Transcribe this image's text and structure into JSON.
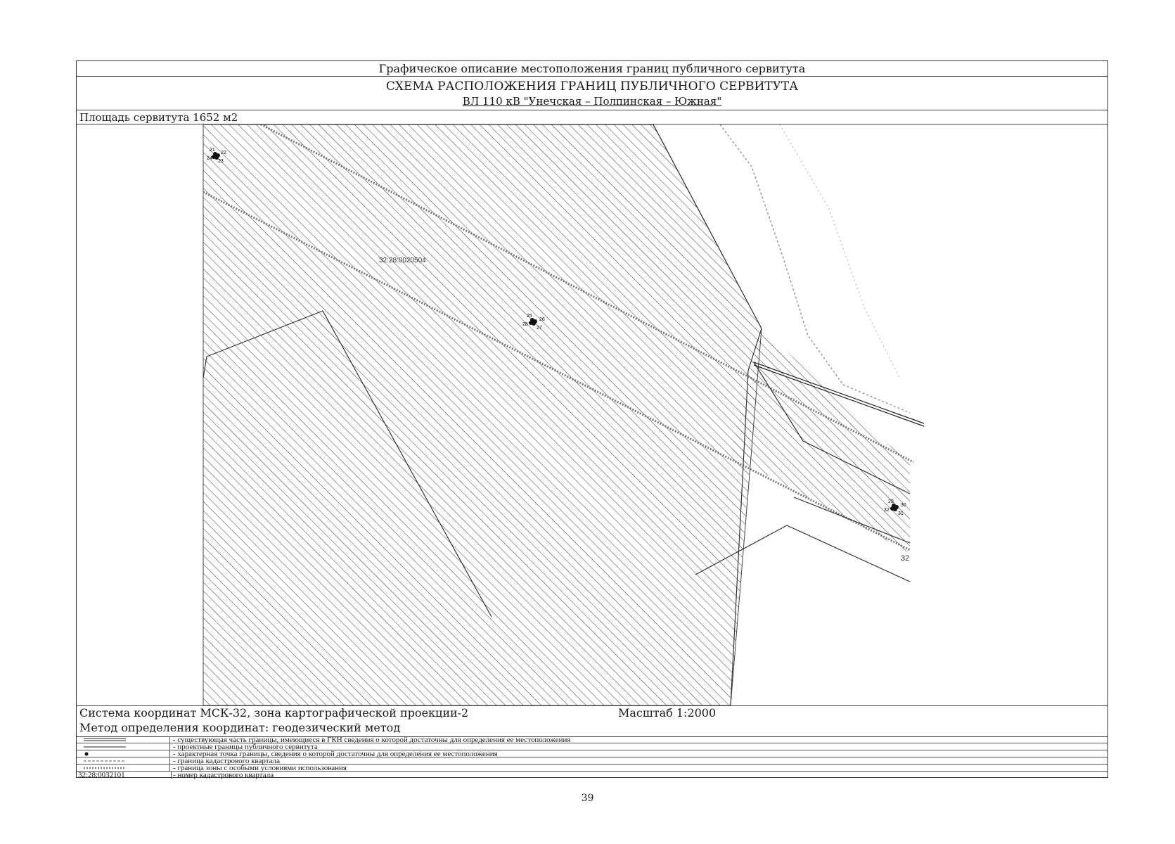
{
  "header": {
    "title": "Графическое описание местоположения границ публичного сервитута",
    "subtitle": "СХЕМА РАСПОЛОЖЕНИЯ ГРАНИЦ ПУБЛИЧНОГО СЕРВИТУТА",
    "object": "ВЛ 110 кВ \"Унечская – Полпинская – Южная\""
  },
  "area_label": "Площадь сервитута 1652 м2",
  "map": {
    "quarter_label": "32:28:0020504",
    "point_groups": [
      {
        "labels": [
          "21",
          "22",
          "23",
          "24"
        ]
      },
      {
        "labels": [
          "25",
          "26",
          "27",
          "28"
        ]
      },
      {
        "labels": [
          "29",
          "30",
          "31",
          "32"
        ]
      }
    ],
    "edge_label": "32"
  },
  "info": {
    "coordinate_system": "Система координат МСК-32, зона картографической проекции-2",
    "scale": "Масштаб 1:2000",
    "method": "Метод определения координат: геодезический метод"
  },
  "legend": [
    {
      "symbol": "double-line",
      "text": "- существующая часть границы, имеющиеся в ГКН сведения о которой достаточны для определения ее местоположения"
    },
    {
      "symbol": "thin-line",
      "text": "- проектные границы публичного сервитута"
    },
    {
      "symbol": "dot",
      "text": "- характерная точка границы, сведения о которой достаточны для определения ее местоположения"
    },
    {
      "symbol": "dashed-line",
      "text": "- граница кадастрового квартала"
    },
    {
      "symbol": "hatched-line",
      "text": "- граница зоны с особыми условиями использования"
    },
    {
      "symbol": "text",
      "code": "32:28:0032101",
      "text": "- номер кадастрового квартала"
    }
  ],
  "page_number": "39"
}
